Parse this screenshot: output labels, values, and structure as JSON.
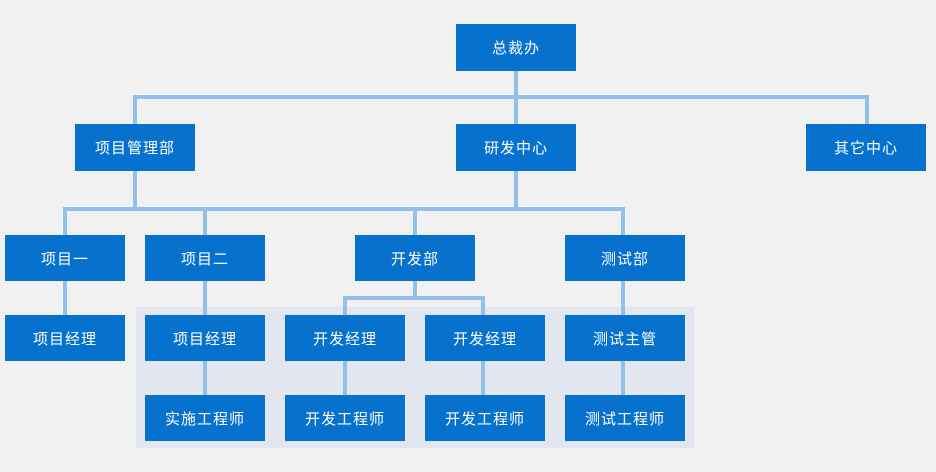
{
  "chart": {
    "type": "org-chart",
    "title": "",
    "background_color": "#f1f1f1",
    "node_color": "#0672ce",
    "node_text_color": "#ffffff",
    "connector_color": "#92c0e8",
    "group_panel_color": "#e2e7ef"
  },
  "nodes": {
    "root": "总裁办",
    "level2": {
      "project_mgmt_dept": "项目管理部",
      "rnd_center": "研发中心",
      "other_center": "其它中心"
    },
    "level3": {
      "project_one": "项目一",
      "project_two": "项目二",
      "dev_dept": "开发部",
      "test_dept": "测试部"
    },
    "level4": {
      "project_manager_one": "项目经理",
      "project_manager_two": "项目经理",
      "dev_manager_one": "开发经理",
      "dev_manager_two": "开发经理",
      "test_supervisor": "测试主管"
    },
    "level5": {
      "impl_engineer": "实施工程师",
      "dev_engineer_one": "开发工程师",
      "dev_engineer_two": "开发工程师",
      "test_engineer": "测试工程师"
    }
  },
  "hierarchy": [
    {
      "label": "总裁办",
      "children": [
        {
          "label": "项目管理部",
          "children": [
            {
              "label": "项目一",
              "children": [
                {
                  "label": "项目经理",
                  "children": []
                }
              ]
            },
            {
              "label": "项目二",
              "children": [
                {
                  "label": "项目经理",
                  "children": [
                    {
                      "label": "实施工程师",
                      "children": []
                    }
                  ]
                }
              ]
            }
          ]
        },
        {
          "label": "研发中心",
          "children": [
            {
              "label": "开发部",
              "children": [
                {
                  "label": "开发经理",
                  "children": [
                    {
                      "label": "开发工程师",
                      "children": []
                    }
                  ]
                },
                {
                  "label": "开发经理",
                  "children": [
                    {
                      "label": "开发工程师",
                      "children": []
                    }
                  ]
                }
              ]
            },
            {
              "label": "测试部",
              "children": [
                {
                  "label": "测试主管",
                  "children": [
                    {
                      "label": "测试工程师",
                      "children": []
                    }
                  ]
                }
              ]
            }
          ]
        },
        {
          "label": "其它中心",
          "children": []
        }
      ]
    }
  ]
}
